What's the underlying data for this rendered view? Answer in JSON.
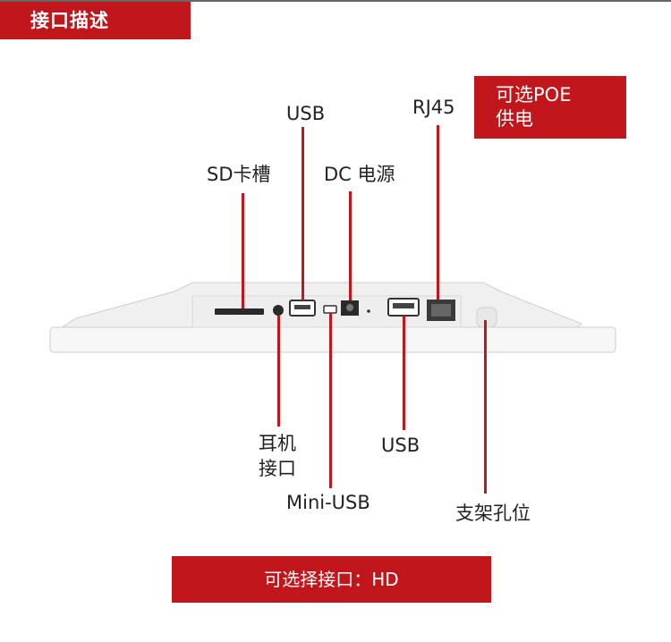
{
  "header": {
    "title": "接口描述"
  },
  "labels": {
    "usb_top": "USB",
    "rj45": "RJ45",
    "sd_slot": "SD卡槽",
    "dc_power": "DC 电源",
    "earphone_line1": "耳机",
    "earphone_line2": "接口",
    "usb_bottom": "USB",
    "mini_usb": "Mini-USB",
    "stand_hole": "支架孔位"
  },
  "poe": {
    "line1": "可选POE",
    "line2": "供电"
  },
  "footer": {
    "optional_interface": "可选择接口：HD"
  },
  "colors": {
    "accent": "#c0161c",
    "device": "#f4f4f4"
  }
}
